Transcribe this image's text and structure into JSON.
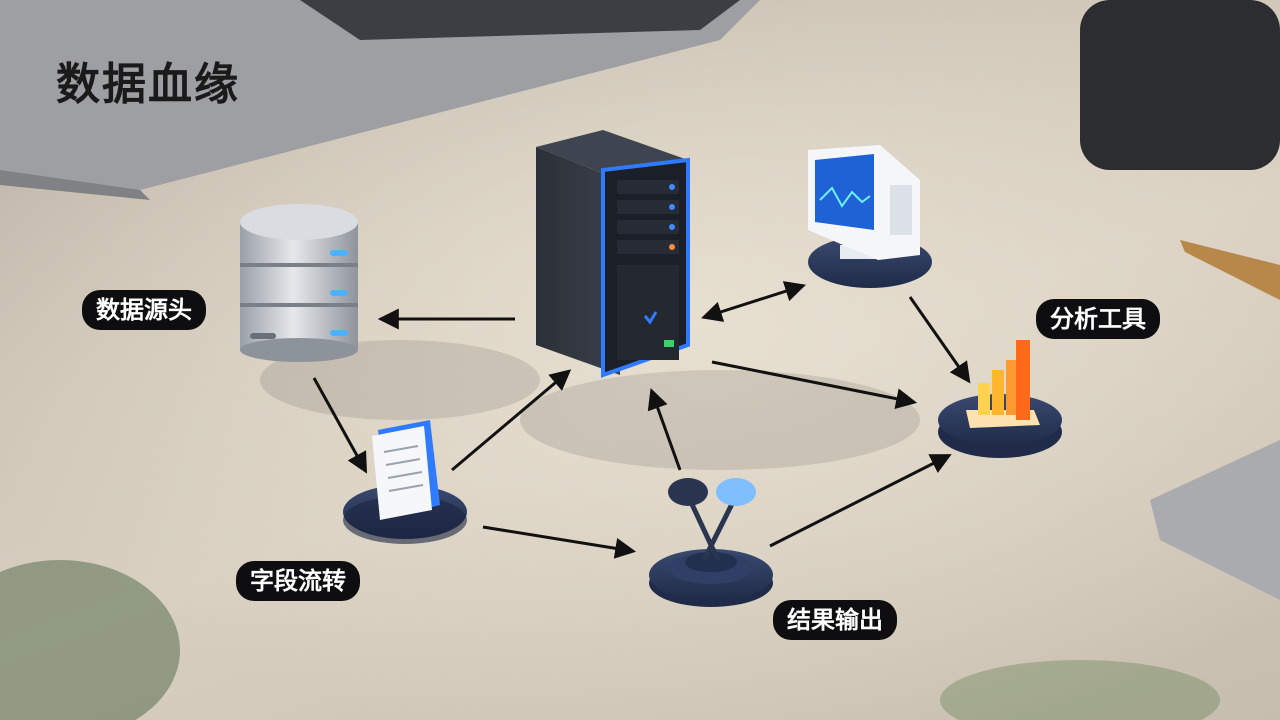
{
  "title": "数据血缘",
  "nodes": {
    "source": {
      "label": "数据源头",
      "icon": "database-icon"
    },
    "server": {
      "icon": "server-tower-icon"
    },
    "monitor": {
      "icon": "monitor-icon"
    },
    "field": {
      "icon": "document-icon"
    },
    "result": {
      "icon": "output-node-icon"
    },
    "tools": {
      "label": "分析工具",
      "icon": "bar-chart-icon"
    }
  },
  "labels": {
    "source": "数据源头",
    "field": "字段流转",
    "result": "结果输出",
    "tools": "分析工具"
  },
  "edges": [
    {
      "from": "server",
      "to": "source"
    },
    {
      "from": "source",
      "to": "field"
    },
    {
      "from": "field",
      "to": "server"
    },
    {
      "from": "field",
      "to": "result"
    },
    {
      "from": "result",
      "to": "server"
    },
    {
      "from": "server",
      "to": "monitor",
      "bidirectional": true
    },
    {
      "from": "server",
      "to": "tools"
    },
    {
      "from": "monitor",
      "to": "tools"
    },
    {
      "from": "result",
      "to": "tools"
    }
  ],
  "colors": {
    "label_bg": "#0e0e10",
    "label_text": "#ffffff",
    "accent_blue": "#2f7bff",
    "pedestal": "#27365a",
    "bar_orange": "#ff6a1a",
    "bar_yellow": "#ffb52e"
  }
}
